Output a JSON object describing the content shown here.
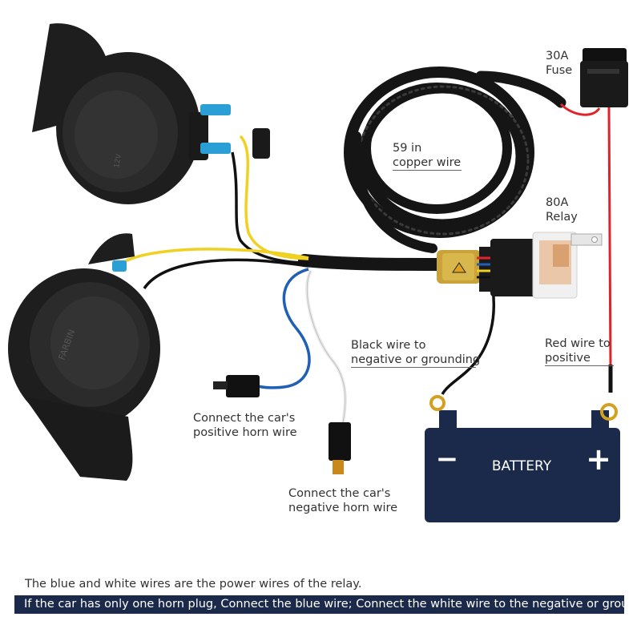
{
  "labels": {
    "fuse": [
      "30A",
      "Fuse"
    ],
    "copper_wire": [
      "59 in",
      "copper wire"
    ],
    "relay": [
      "80A",
      "Relay"
    ],
    "black_wire": [
      "Black wire to",
      "negative or grounding"
    ],
    "red_wire": [
      "Red wire to",
      "positive"
    ],
    "positive_horn": [
      "Connect the car's",
      "positive horn wire"
    ],
    "negative_horn": [
      "Connect the car's",
      "negative horn wire"
    ]
  },
  "battery": {
    "label": "BATTERY",
    "minus": "−",
    "plus": "+"
  },
  "horn_markings": {
    "brand": "FARBIN",
    "voltage": "12V"
  },
  "note": "The blue and white wires are the power wires of the relay.",
  "banner": "If the car has only one horn plug, Connect the blue wire; Connect the white wire to the negative or ground.",
  "colors": {
    "wire_red": "#e0232b",
    "wire_yellow": "#f0d020",
    "wire_blue": "#1f5fb5",
    "wire_black": "#111111",
    "battery_body": "#1b2a4a",
    "banner_bg": "#1b2a4a",
    "horn_body": "#1e1e1e",
    "terminal_blue": "#2a9fd6"
  }
}
